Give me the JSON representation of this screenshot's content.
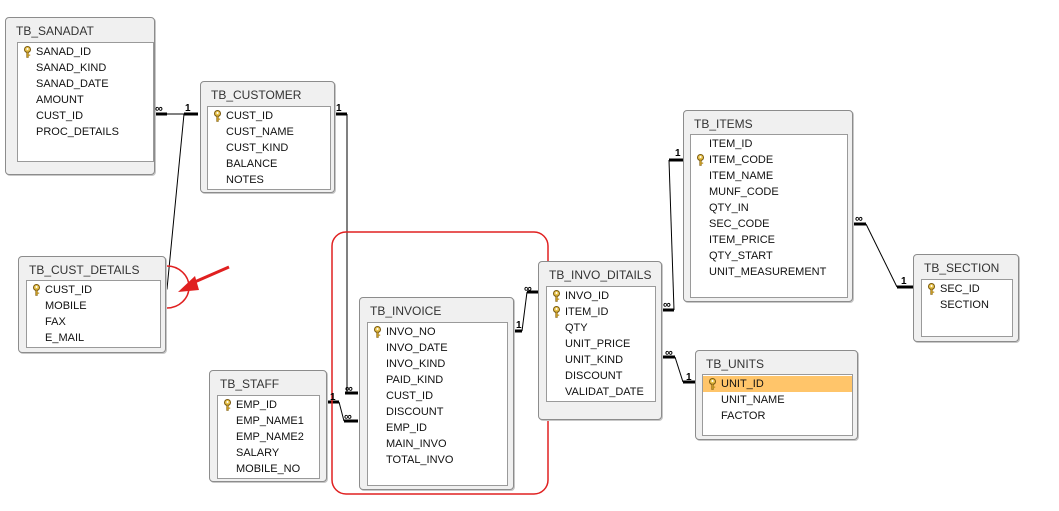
{
  "diagram": {
    "tables": [
      {
        "id": "tb-sanadat",
        "title": "TB_SANADAT",
        "fields": [
          {
            "name": "SANAD_ID",
            "key": true
          },
          {
            "name": "SANAD_KIND"
          },
          {
            "name": "SANAD_DATE"
          },
          {
            "name": "AMOUNT"
          },
          {
            "name": "CUST_ID"
          },
          {
            "name": "PROC_DETAILS"
          }
        ]
      },
      {
        "id": "tb-customer",
        "title": "TB_CUSTOMER",
        "fields": [
          {
            "name": "CUST_ID",
            "key": true
          },
          {
            "name": "CUST_NAME"
          },
          {
            "name": "CUST_KIND"
          },
          {
            "name": "BALANCE"
          },
          {
            "name": "NOTES"
          }
        ]
      },
      {
        "id": "tb-cust-details",
        "title": "TB_CUST_DETAILS",
        "fields": [
          {
            "name": "CUST_ID",
            "key": true
          },
          {
            "name": "MOBILE"
          },
          {
            "name": "FAX"
          },
          {
            "name": "E_MAIL"
          }
        ]
      },
      {
        "id": "tb-staff",
        "title": "TB_STAFF",
        "fields": [
          {
            "name": "EMP_ID",
            "key": true
          },
          {
            "name": "EMP_NAME1"
          },
          {
            "name": "EMP_NAME2"
          },
          {
            "name": "SALARY"
          },
          {
            "name": "MOBILE_NO"
          }
        ]
      },
      {
        "id": "tb-invoice",
        "title": "TB_INVOICE",
        "fields": [
          {
            "name": "INVO_NO",
            "key": true
          },
          {
            "name": "INVO_DATE"
          },
          {
            "name": "INVO_KIND"
          },
          {
            "name": "PAID_KIND"
          },
          {
            "name": "CUST_ID"
          },
          {
            "name": "DISCOUNT"
          },
          {
            "name": "EMP_ID"
          },
          {
            "name": "MAIN_INVO"
          },
          {
            "name": "TOTAL_INVO"
          }
        ]
      },
      {
        "id": "tb-invo-ditails",
        "title": "TB_INVO_DITAILS",
        "fields": [
          {
            "name": "INVO_ID",
            "key": true
          },
          {
            "name": "ITEM_ID",
            "key": true
          },
          {
            "name": "QTY"
          },
          {
            "name": "UNIT_PRICE"
          },
          {
            "name": "UNIT_KIND"
          },
          {
            "name": "DISCOUNT"
          },
          {
            "name": "VALIDAT_DATE"
          }
        ]
      },
      {
        "id": "tb-items",
        "title": "TB_ITEMS",
        "fields": [
          {
            "name": "ITEM_ID"
          },
          {
            "name": "ITEM_CODE",
            "key": true
          },
          {
            "name": "ITEM_NAME"
          },
          {
            "name": "MUNF_CODE"
          },
          {
            "name": "QTY_IN"
          },
          {
            "name": "SEC_CODE"
          },
          {
            "name": "ITEM_PRICE"
          },
          {
            "name": "QTY_START"
          },
          {
            "name": "UNIT_MEASUREMENT"
          }
        ]
      },
      {
        "id": "tb-units",
        "title": "TB_UNITS",
        "fields": [
          {
            "name": "UNIT_ID",
            "key": true,
            "selected": true
          },
          {
            "name": "UNIT_NAME"
          },
          {
            "name": "FACTOR"
          }
        ]
      },
      {
        "id": "tb-section",
        "title": "TB_SECTION",
        "fields": [
          {
            "name": "SEC_ID",
            "key": true
          },
          {
            "name": "SECTION"
          }
        ]
      }
    ],
    "cardinality": {
      "one": "1",
      "many": "∞"
    },
    "colors": {
      "annotation": "#e02020",
      "line": "#000000",
      "selected": "#ffc56a"
    }
  }
}
